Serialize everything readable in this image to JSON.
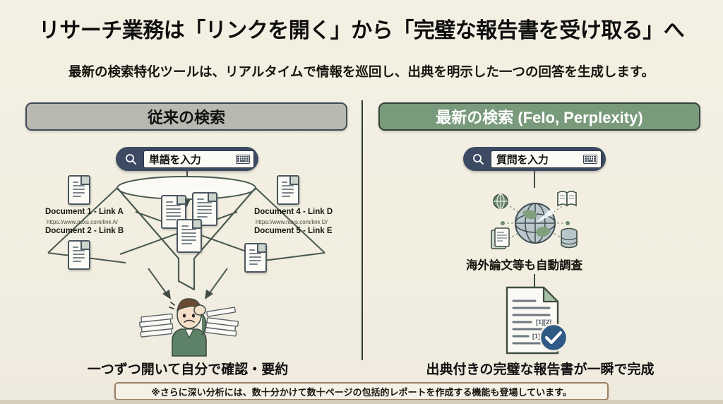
{
  "header": {
    "title": "リサーチ業務は「リンクを開く」から「完璧な報告書を受け取る」へ",
    "subtitle": "最新の検索特化ツールは、リアルタイムで情報を巡回し、出典を明示した一つの回答を生成します。"
  },
  "left_panel": {
    "header_label": "従来の検索",
    "search": {
      "value": "単語を入力",
      "magnifier_icon": "search-icon",
      "keyboard_icon": "keyboard-icon"
    },
    "documents": [
      {
        "label": "Document 1 - Link A"
      },
      {
        "label": "Document 2 - Link B"
      },
      {
        "label": "Document 4 - Link D"
      },
      {
        "label": "Document 5 - Link E"
      }
    ],
    "urls": [
      "https://www.naxs.com/link A/",
      "https://www.navs.com/link D/"
    ],
    "funnel_icon": "funnel-icon",
    "person_icon": "frustrated-person-icon",
    "paper_stack_icon": "paper-stack-icon",
    "caption": "一つずつ開いて自分で確認・要約"
  },
  "right_panel": {
    "header_label": "最新の検索 (Felo, Perplexity)",
    "search": {
      "value": "質問を入力",
      "magnifier_icon": "search-icon",
      "keyboard_icon": "keyboard-icon"
    },
    "globe_icon": "globe-icon",
    "satellites": [
      "globe-small-icon",
      "open-book-icon",
      "document-icon",
      "database-icon"
    ],
    "mid_caption": "海外論文等も自動調査",
    "report": {
      "icon": "report-document-icon",
      "check_icon": "check-circle-icon",
      "citations": [
        "[1][2]",
        "[1][2]"
      ]
    },
    "caption": "出典付きの完璧な報告書が一瞬で完成"
  },
  "note": "※さらに深い分析には、数十分かけて数十ページの包括的レポートを作成する機能も登場しています。",
  "colors": {
    "background": "#f2efe2",
    "left_header_fill": "#b9b9b2",
    "right_header_fill": "#7a9a7c",
    "pill_fill": "#3c4a63",
    "outline": "#3d4a57",
    "note_border": "#9a7f63",
    "check_badge": "#2f5a85"
  }
}
